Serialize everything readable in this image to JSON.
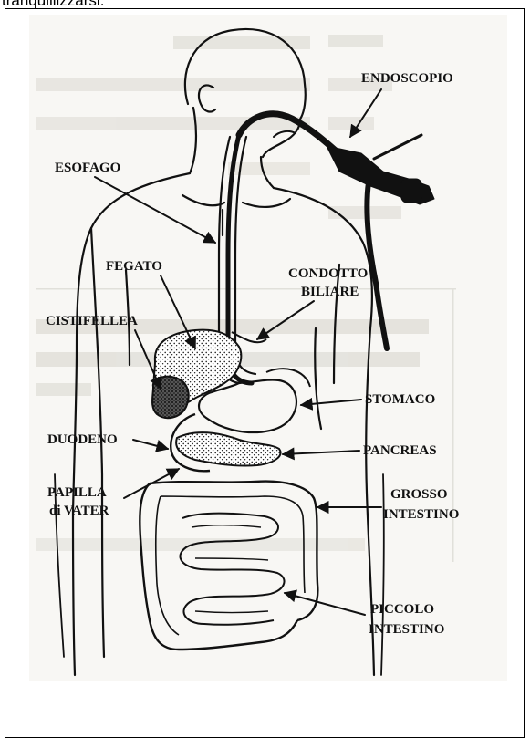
{
  "top_text": "tranquillizzarsi.",
  "labels": {
    "endoscopio": "ENDOSCOPIO",
    "esofago": "ESOFAGO",
    "fegato": "FEGATO",
    "condotto_1": "CONDOTTO",
    "condotto_2": "BILIARE",
    "cistifellea": "CISTIFELLEA",
    "stomaco": "STOMACO",
    "duodeno": "DUODENO",
    "pancreas": "PANCREAS",
    "papilla_1": "PAPILLA",
    "papilla_2": "di VATER",
    "grosso_1": "GROSSO",
    "grosso_2": "INTESTINO",
    "piccolo_1": "PICCOLO",
    "piccolo_2": "INTESTINO"
  },
  "colors": {
    "ink": "#111111",
    "paper": "#f8f7f4",
    "bleed": "#dcdad4"
  }
}
